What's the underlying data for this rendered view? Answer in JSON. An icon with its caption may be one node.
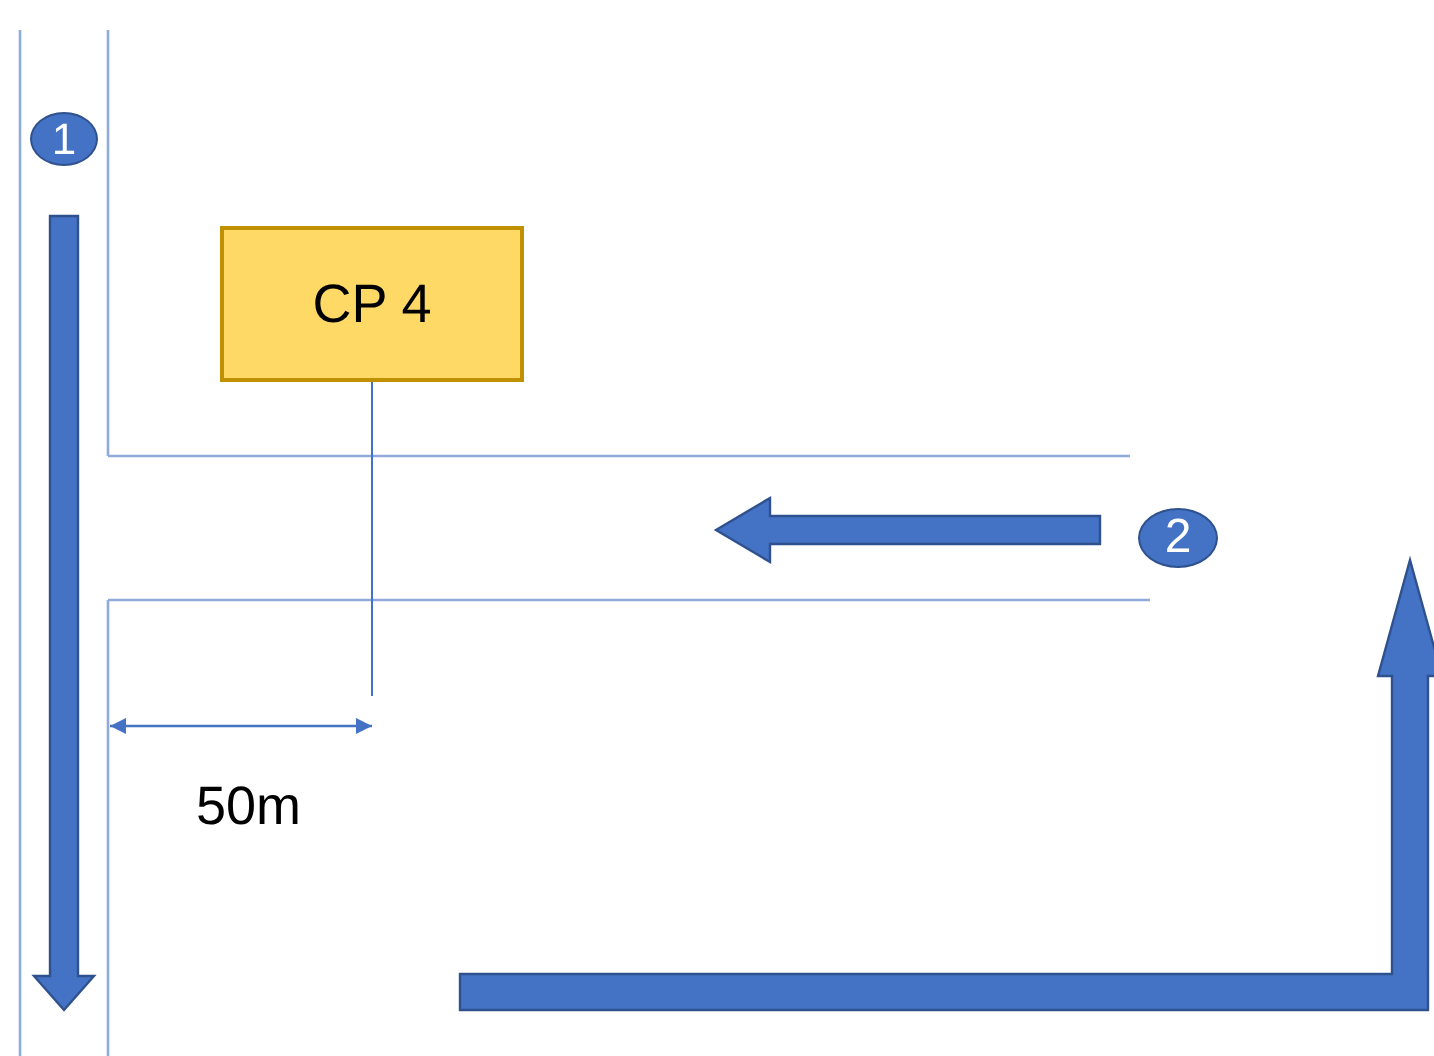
{
  "diagram": {
    "nodes": [
      {
        "text": [
          "1"
        ]
      },
      {
        "text": [
          "CP 4"
        ]
      },
      {
        "text": [
          "2"
        ]
      }
    ],
    "labels": [
      "50m"
    ]
  }
}
